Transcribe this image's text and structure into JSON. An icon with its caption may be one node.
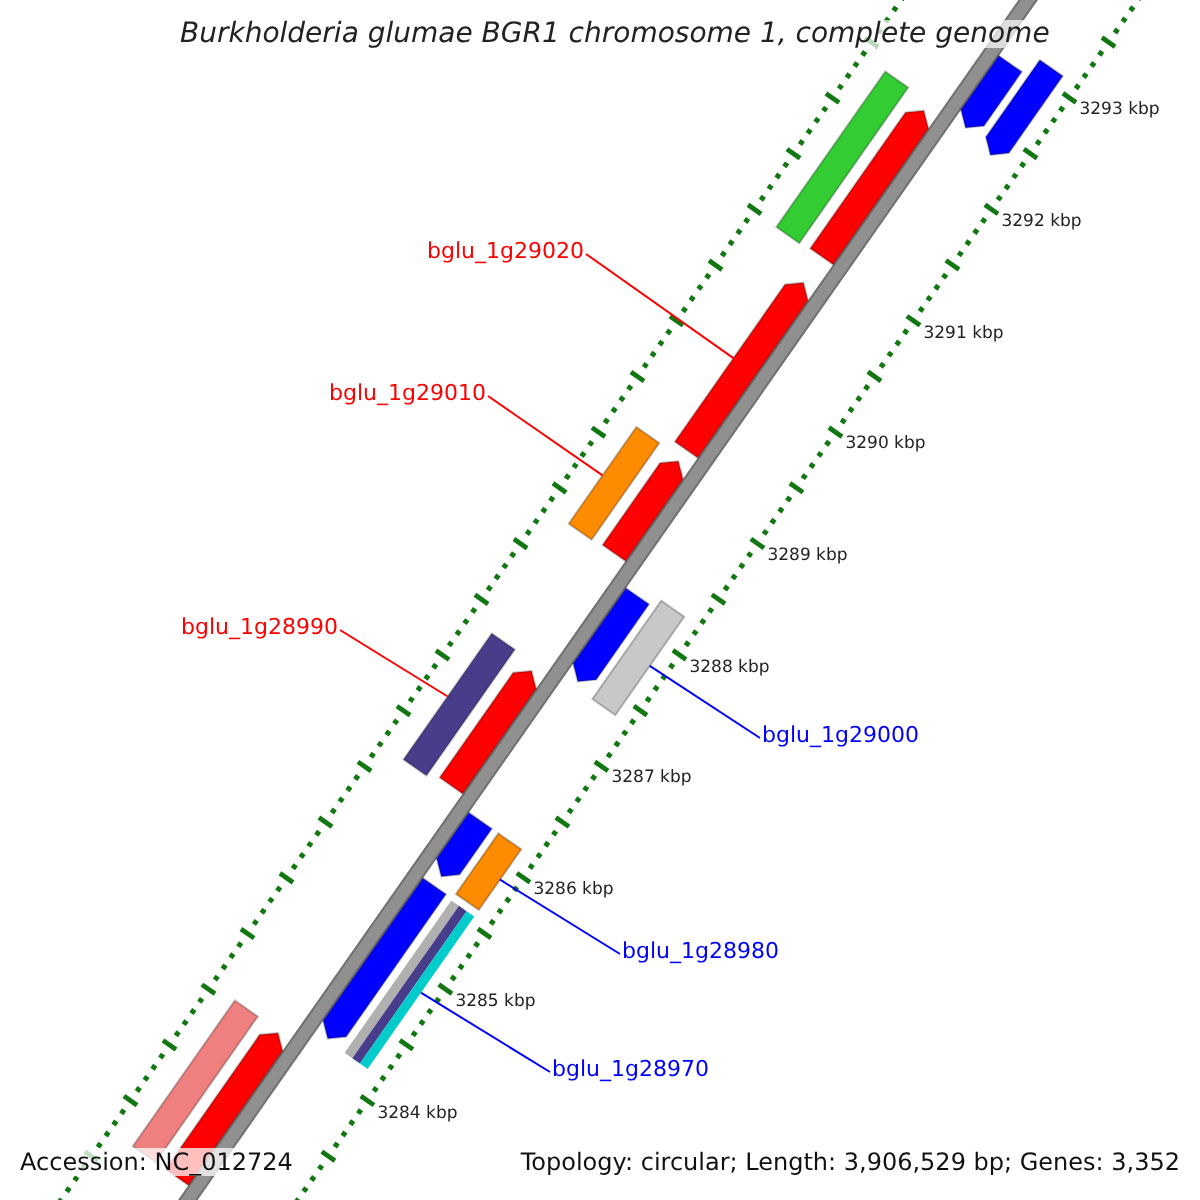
{
  "diagram": {
    "title": "Burkholderia glumae BGR1 chromosome 1, complete genome",
    "nodes": [
      {
        "text": [
          "bglu_1g29020"
        ]
      },
      {
        "text": [
          "bglu_1g29010"
        ]
      },
      {
        "text": [
          "bglu_1g28990"
        ]
      },
      {
        "text": [
          "bglu_1g29000"
        ]
      },
      {
        "text": [
          "bglu_1g28980"
        ]
      },
      {
        "text": [
          "bglu_1g28970"
        ]
      },
      {
        "text": [],
        "shape": "bar"
      },
      {
        "text": [],
        "shape": "bar"
      },
      {
        "text": [],
        "shape": "bar"
      },
      {
        "text": [],
        "shape": "bar"
      },
      {
        "text": [],
        "shape": "bar"
      },
      {
        "text": [],
        "shape": "bar"
      },
      {
        "text": [],
        "shape": "bar"
      },
      {
        "text": [],
        "shape": "bar"
      },
      {
        "text": [],
        "shape": "bar"
      },
      {
        "text": [],
        "shape": "bar"
      },
      {
        "text": [],
        "shape": "bar"
      },
      {
        "text": [],
        "shape": "bar"
      },
      {
        "text": [],
        "shape": "bar"
      },
      {
        "text": [],
        "shape": "bar"
      },
      {
        "text": [],
        "shape": "bar"
      },
      {
        "text": [],
        "shape": "bar"
      },
      {
        "text": [],
        "shape": "bar"
      }
    ],
    "edges": [
      {
        "from": 0,
        "to": 6,
        "arrow": "none",
        "color": "#ff0000"
      },
      {
        "from": 1,
        "to": 7,
        "arrow": "none",
        "color": "#ff0000"
      },
      {
        "from": 2,
        "to": 8,
        "arrow": "none",
        "color": "#ff0000"
      },
      {
        "from": 3,
        "to": 9,
        "arrow": "none",
        "color": "#0000ff"
      },
      {
        "from": 4,
        "to": 10,
        "arrow": "none",
        "color": "#0000ff"
      },
      {
        "from": 5,
        "to": 11,
        "arrow": "none",
        "color": "#0000ff"
      }
    ],
    "labels": [
      "3293 kbp",
      "3292 kbp",
      "3291 kbp",
      "3290 kbp",
      "3289 kbp",
      "3288 kbp",
      "3287 kbp",
      "3286 kbp",
      "3285 kbp",
      "3284 kbp",
      "Accession: NC_012724",
      "Topology: circular; Length: 3,906,529 bp; Genes: 3,352"
    ]
  }
}
